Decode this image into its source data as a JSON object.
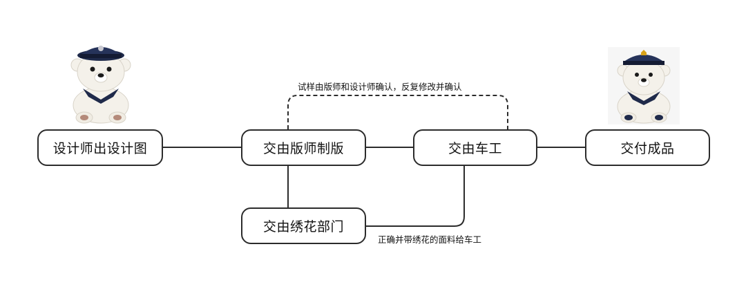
{
  "nodes": {
    "designer": "设计师出设计图",
    "pattern_maker": "交由版师制版",
    "sewing_worker": "交由车工",
    "embroidery": "交由绣花部门",
    "finished": "交付成品"
  },
  "notes": {
    "sample_confirm": "试样由版师和设计师确认，反复修改并确认",
    "embroidery_return": "正确并带绣花的面料给车工"
  },
  "colors": {
    "line": "#2b2b2b",
    "bear_hat": "#1f2a4a",
    "bear_fur": "#f4f1ea",
    "badge_left": "#c8c8d0",
    "badge_right": "#d8a21a"
  }
}
